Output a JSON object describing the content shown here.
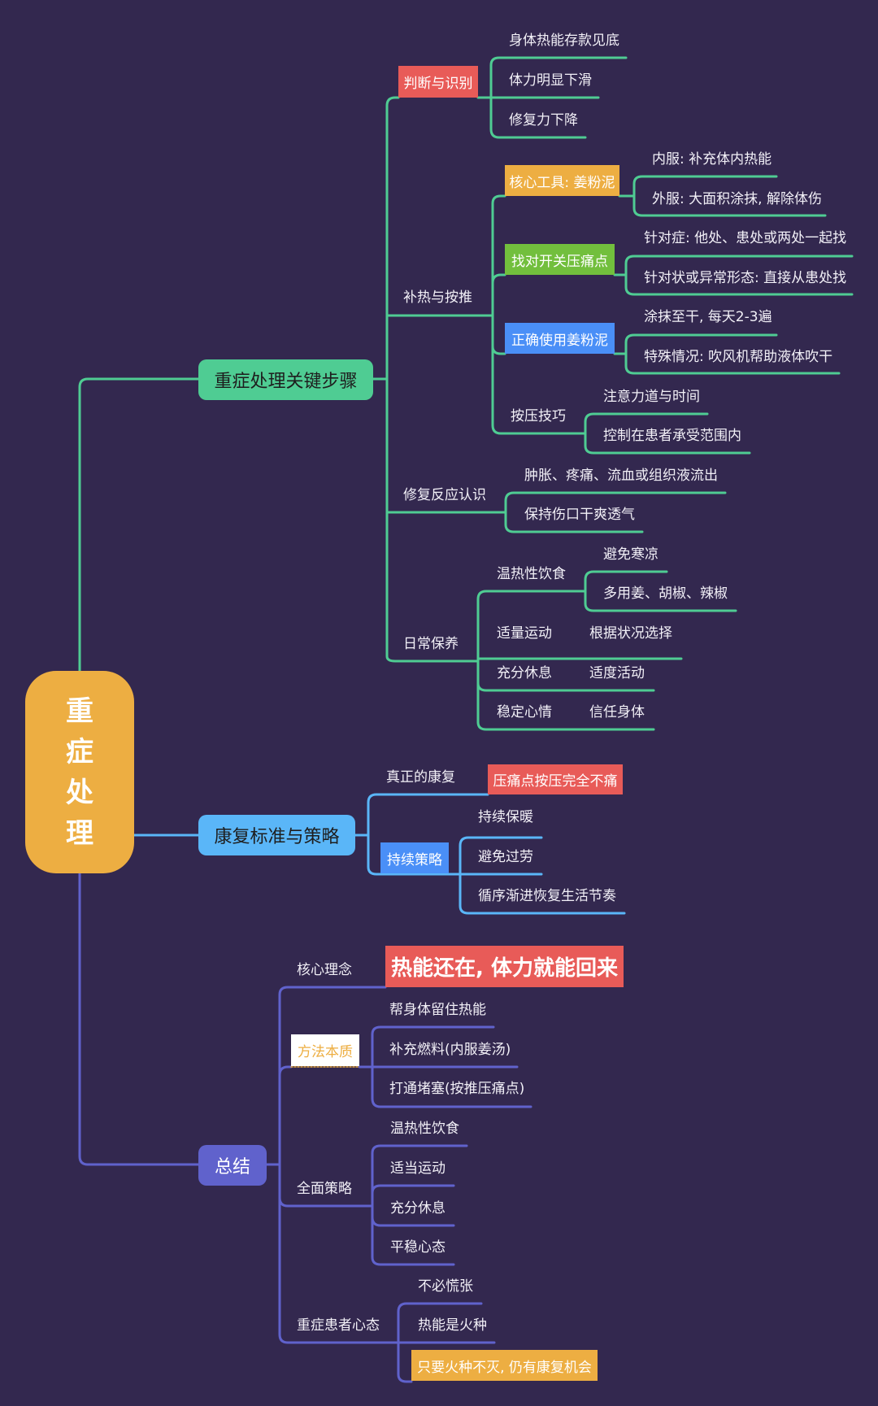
{
  "colors": {
    "background": "#33284f",
    "root": "#edae42",
    "branch1": "#4fcc93",
    "branch2": "#5ab6f8",
    "branch3": "#6062cc",
    "red_tag": "#e85b58",
    "orange_tag": "#edae42",
    "green_tag": "#72bf3d",
    "blue_tag": "#4a8ff7"
  },
  "root": {
    "title": "重症处理",
    "chars": [
      "重",
      "症",
      "处",
      "理"
    ]
  },
  "branch1": {
    "title": "重症处理关键步骤",
    "judge": {
      "title": "判断与识别",
      "items": [
        "身体热能存款见底",
        "体力明显下滑",
        "修复力下降"
      ]
    },
    "heat": {
      "title": "补热与按推",
      "tool": {
        "title": "核心工具: 姜粉泥",
        "items": [
          "内服: 补充体内热能",
          "外服: 大面积涂抹, 解除体伤"
        ]
      },
      "point": {
        "title": "找对开关压痛点",
        "items": [
          "针对症: 他处、患处或两处一起找",
          "针对状或异常形态: 直接从患处找"
        ]
      },
      "use": {
        "title": "正确使用姜粉泥",
        "items": [
          "涂抹至干, 每天2-3遍",
          "特殊情况: 吹风机帮助液体吹干"
        ]
      },
      "press": {
        "title": "按压技巧",
        "items": [
          "注意力道与时间",
          "控制在患者承受范围内"
        ]
      }
    },
    "repair": {
      "title": "修复反应认识",
      "items": [
        "肿胀、疼痛、流血或组织液流出",
        "保持伤口干爽透气"
      ]
    },
    "daily": {
      "title": "日常保养",
      "diet": {
        "title": "温热性饮食",
        "items": [
          "避免寒凉",
          "多用姜、胡椒、辣椒"
        ]
      },
      "rows": [
        {
          "label": "适量运动",
          "value": "根据状况选择"
        },
        {
          "label": "充分休息",
          "value": "适度活动"
        },
        {
          "label": "稳定心情",
          "value": "信任身体"
        }
      ]
    }
  },
  "branch2": {
    "title": "康复标准与策略",
    "real": {
      "title": "真正的康复",
      "tag": "压痛点按压完全不痛"
    },
    "keep": {
      "title": "持续策略",
      "items": [
        "持续保暖",
        "避免过劳",
        "循序渐进恢复生活节奏"
      ]
    }
  },
  "branch3": {
    "title": "总结",
    "core": {
      "title": "核心理念",
      "tag": "热能还在, 体力就能回来"
    },
    "method": {
      "title": "方法本质",
      "items": [
        "帮身体留住热能",
        "补充燃料(内服姜汤)",
        "打通堵塞(按推压痛点)"
      ]
    },
    "overall": {
      "title": "全面策略",
      "items": [
        "温热性饮食",
        "适当运动",
        "充分休息",
        "平稳心态"
      ]
    },
    "mind": {
      "title": "重症患者心态",
      "items": [
        "不必慌张",
        "热能是火种"
      ],
      "tag": "只要火种不灭, 仍有康复机会"
    }
  }
}
